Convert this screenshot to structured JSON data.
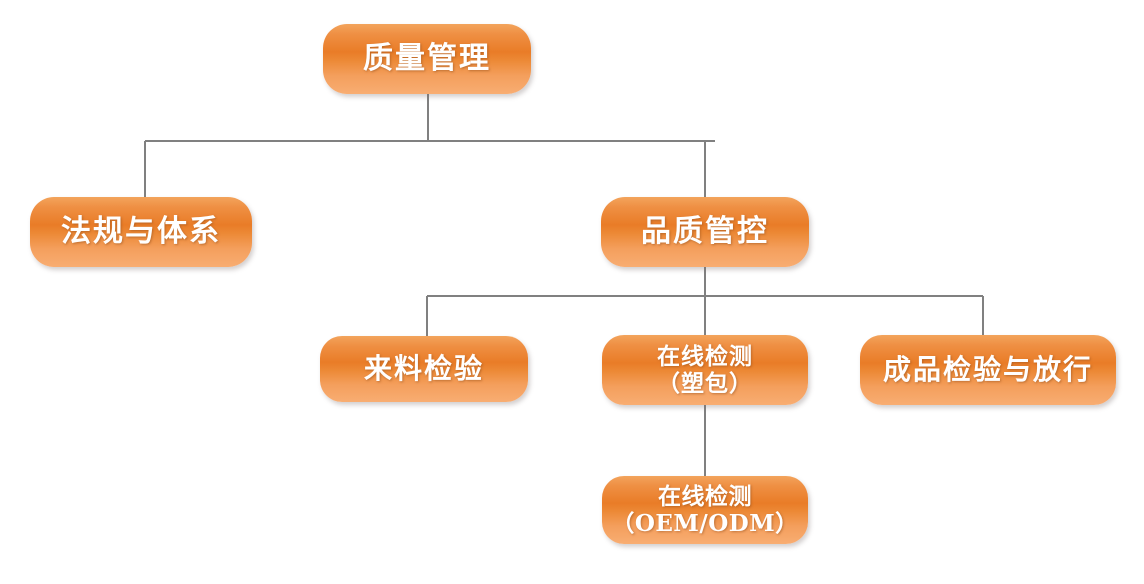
{
  "diagram": {
    "type": "org-chart",
    "title": "质量管理",
    "orientation": "top-down",
    "colors": {
      "node_fill_top": "#f3a45c",
      "node_fill_mid": "#e97c27",
      "node_fill_bottom": "#f8ad72",
      "node_text": "#ffffff",
      "connector_line": "#808080",
      "background": "#ffffff"
    },
    "nodes": [
      {
        "id": "root",
        "label": "质量管理",
        "level": 0
      },
      {
        "id": "regulation",
        "label": "法规与体系",
        "level": 1
      },
      {
        "id": "quality_ctl",
        "label": "品质管控",
        "level": 1
      },
      {
        "id": "incoming",
        "label": "来料检验",
        "level": 2
      },
      {
        "id": "online_pkg",
        "label": "在线检测\n（塑包）",
        "level": 2
      },
      {
        "id": "finished",
        "label": "成品检验与放行",
        "level": 2
      },
      {
        "id": "online_oem",
        "label": "在线检测\n（OEM/ODM）",
        "level": 3
      }
    ],
    "edges": [
      {
        "from": "root",
        "to": "regulation"
      },
      {
        "from": "root",
        "to": "quality_ctl"
      },
      {
        "from": "quality_ctl",
        "to": "incoming"
      },
      {
        "from": "quality_ctl",
        "to": "online_pkg"
      },
      {
        "from": "quality_ctl",
        "to": "finished"
      },
      {
        "from": "online_pkg",
        "to": "online_oem"
      }
    ]
  }
}
